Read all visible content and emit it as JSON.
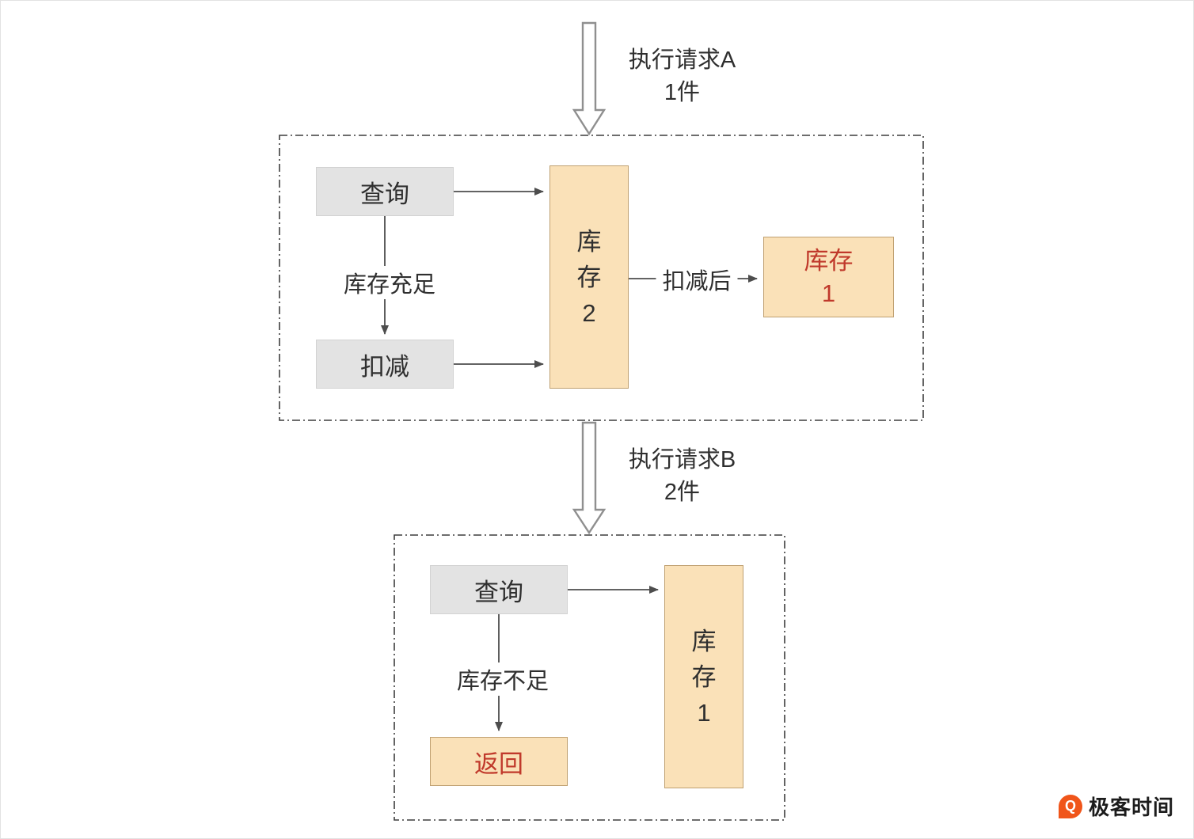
{
  "request_a": {
    "title": "执行请求A",
    "qty": "1件"
  },
  "request_b": {
    "title": "执行请求B",
    "qty": "2件"
  },
  "section_a": {
    "query": "查询",
    "condition": "库存充足",
    "deduct": "扣减",
    "stock_main": {
      "char1": "库",
      "char2": "存",
      "char3": "2"
    },
    "arrow_label": "扣减后",
    "stock_result": {
      "line1": "库存",
      "line2": "1"
    }
  },
  "section_b": {
    "query": "查询",
    "condition": "库存不足",
    "return_label": "返回",
    "stock_main": {
      "char1": "库",
      "char2": "存",
      "char3": "1"
    }
  },
  "logo": {
    "icon_letter": "Q",
    "text": "极客时间"
  },
  "colors": {
    "box_gray": "#e3e3e3",
    "box_orange": "#fae1b8",
    "box_orange_border": "#bfa071",
    "accent_red": "#c0392b",
    "connector": "#4d4d4d",
    "boundary": "#3d3d3d",
    "logo_orange": "#f0551a"
  }
}
